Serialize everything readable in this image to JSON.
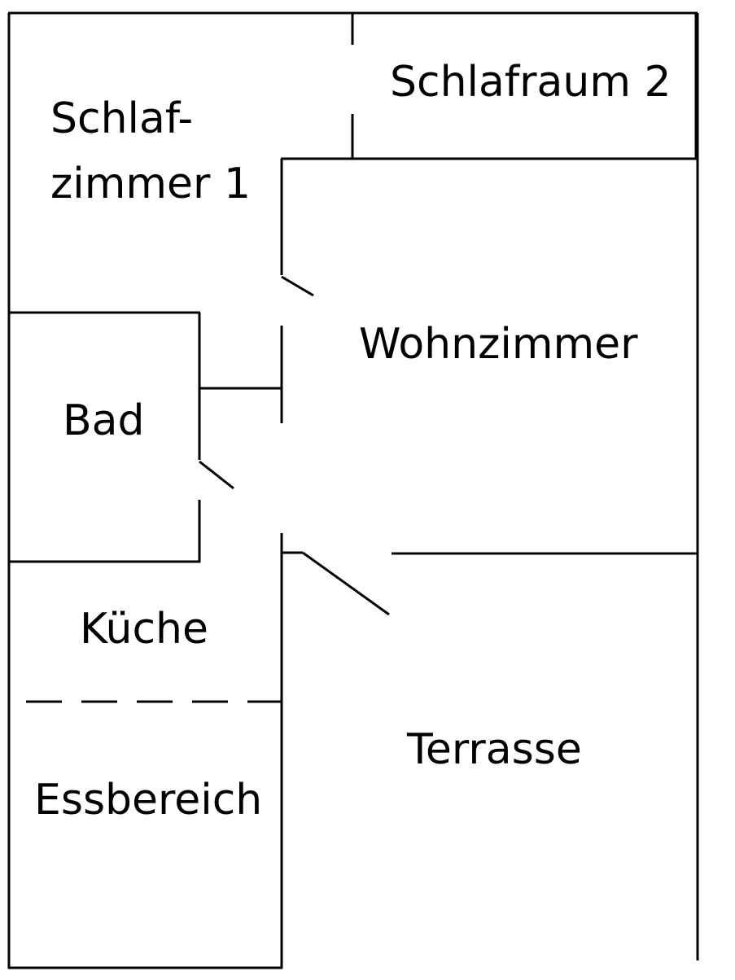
{
  "rooms": {
    "schlafzimmer1_line1": "Schlaf-",
    "schlafzimmer1_line2": "zimmer 1",
    "schlafraum2": "Schlafraum 2",
    "wohnzimmer": "Wohnzimmer",
    "bad": "Bad",
    "kueche": "Küche",
    "essbereich": "Essbereich",
    "terrasse": "Terrasse"
  }
}
